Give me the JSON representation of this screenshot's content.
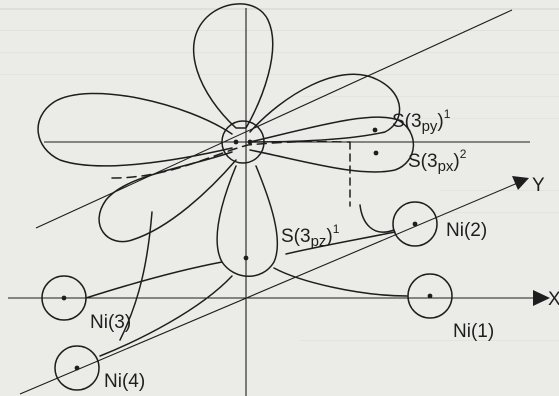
{
  "axes": {
    "y": "Y",
    "x": "X"
  },
  "orbitals": {
    "py": {
      "prefix": "S(3",
      "sub": "py",
      "suffix": ")",
      "sup": "1"
    },
    "px": {
      "prefix": "S(3",
      "sub": "px",
      "suffix": ")",
      "sup": "2"
    },
    "pz": {
      "prefix": "S(3",
      "sub": "pz",
      "suffix": ")",
      "sup": "1"
    }
  },
  "atoms": {
    "ni1": "Ni(1)",
    "ni2": "Ni(2)",
    "ni3": "Ni(3)",
    "ni4": "Ni(4)"
  },
  "colors": {
    "ink": "#1e1e1e",
    "paper": "#ebebe8"
  }
}
